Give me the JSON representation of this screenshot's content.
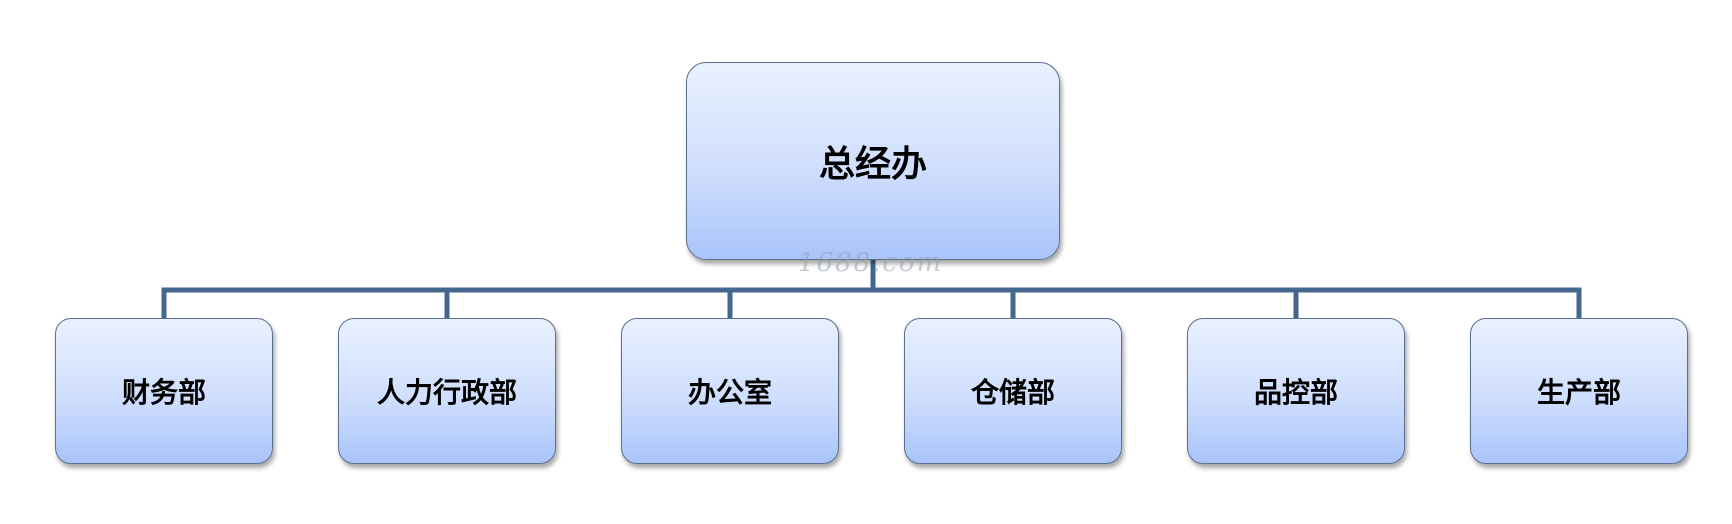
{
  "org_chart": {
    "root": {
      "label": "总经办"
    },
    "children": [
      {
        "label": "财务部"
      },
      {
        "label": "人力行政部"
      },
      {
        "label": "办公室"
      },
      {
        "label": "仓储部"
      },
      {
        "label": "品控部"
      },
      {
        "label": "生产部"
      }
    ],
    "connector_color": "#44678f"
  },
  "watermark": "1688.com"
}
